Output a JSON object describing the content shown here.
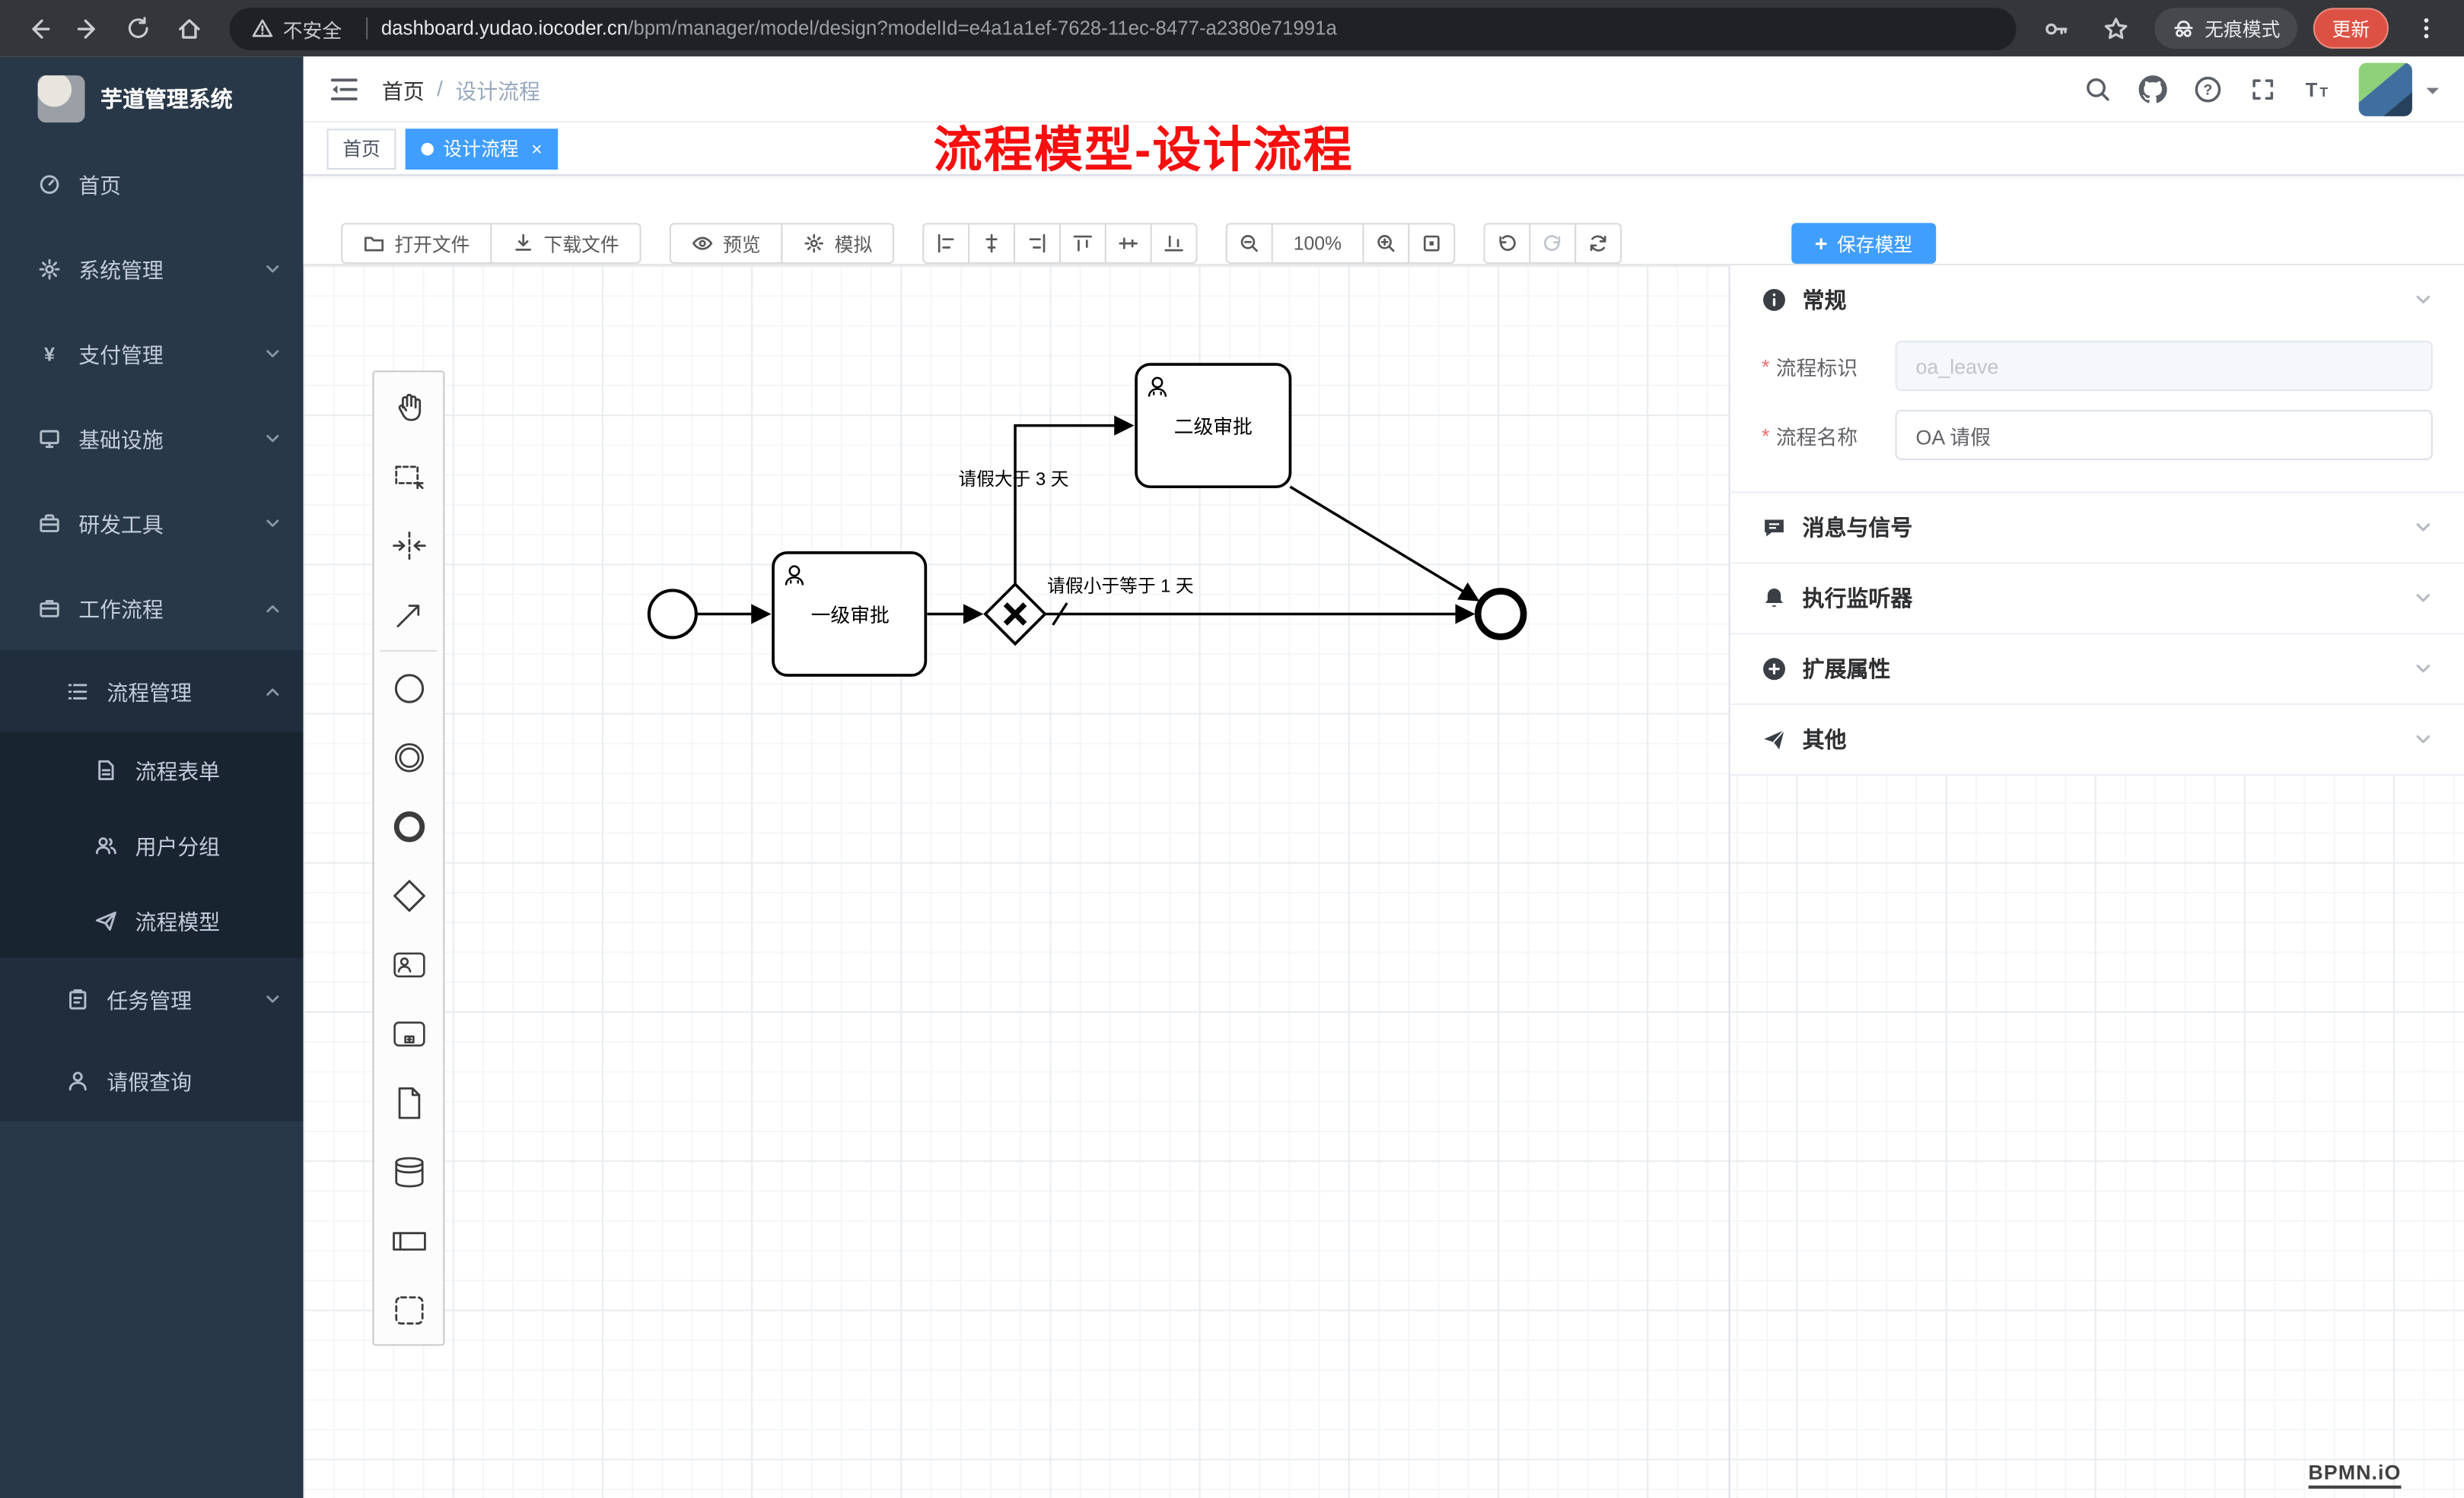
{
  "colors": {
    "accent": "#409eff",
    "annotation_red": "#f50f0f",
    "update_chip": "#dd5144",
    "sidebar_bg": "#293848",
    "submenu_bg": "#1f2d3d",
    "tag_active": "#409eff"
  },
  "browser": {
    "security_label": "不安全",
    "url_host": "dashboard.yudao.iocoder.cn",
    "url_path": "/bpm/manager/model/design?modelId=e4a1a1ef-7628-11ec-8477-a2380e71991a",
    "incognito_label": "无痕模式",
    "update_label": "更新"
  },
  "annotation": {
    "text": "流程模型-设计流程"
  },
  "sidebar": {
    "app_title": "芋道管理系统",
    "items": [
      {
        "label": "首页"
      },
      {
        "label": "系统管理"
      },
      {
        "label": "支付管理"
      },
      {
        "label": "基础设施"
      },
      {
        "label": "研发工具"
      },
      {
        "label": "工作流程"
      },
      {
        "label": "流程管理"
      },
      {
        "label": "流程表单"
      },
      {
        "label": "用户分组"
      },
      {
        "label": "流程模型"
      },
      {
        "label": "任务管理"
      },
      {
        "label": "请假查询"
      }
    ]
  },
  "navbar": {
    "breadcrumb": [
      "首页",
      "设计流程"
    ],
    "separator": "/"
  },
  "tags": {
    "items": [
      {
        "label": "首页"
      },
      {
        "label": "设计流程"
      }
    ],
    "close_glyph": "×"
  },
  "toolbar": {
    "open": "打开文件",
    "download": "下载文件",
    "preview": "预览",
    "simulate": "模拟",
    "zoom_level": "100%",
    "save": "保存模型",
    "save_plus": "+"
  },
  "icons": {
    "yen": "¥",
    "question": "?",
    "font_t": "T"
  },
  "diagram": {
    "task1": "一级审批",
    "task2": "二级审批",
    "flow_gt": "请假大于 3 天",
    "flow_lte": "请假小于等于 1 天"
  },
  "properties": {
    "sections": [
      {
        "title": "常规"
      },
      {
        "title": "消息与信号"
      },
      {
        "title": "执行监听器"
      },
      {
        "title": "扩展属性"
      },
      {
        "title": "其他"
      }
    ],
    "fields": [
      {
        "label": "流程标识",
        "value": "oa_leave",
        "required": "*"
      },
      {
        "label": "流程名称",
        "value": "OA 请假",
        "required": "*"
      }
    ]
  },
  "watermark": "BPMN.iO"
}
